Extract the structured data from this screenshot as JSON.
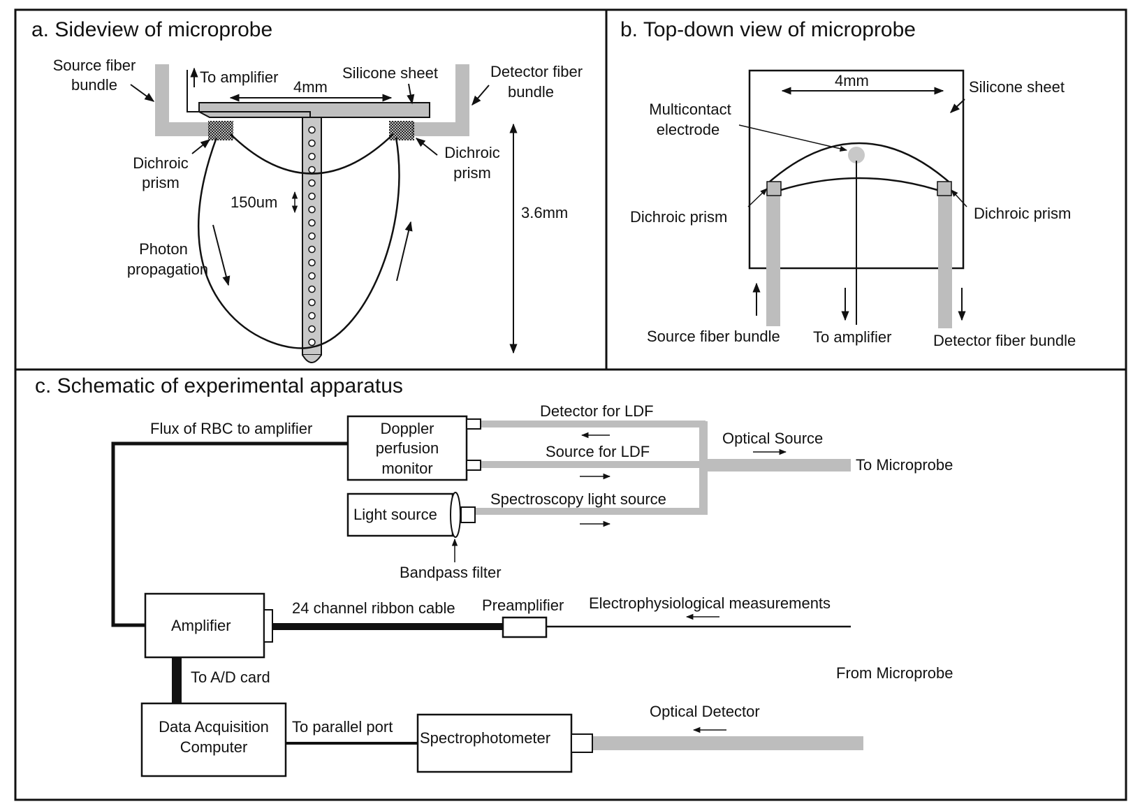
{
  "colors": {
    "line": "#111111",
    "fiber": "#bdbdbd",
    "probe": "#d0d0d0",
    "background": "#ffffff"
  },
  "panel_a": {
    "title": "a. Sideview of microprobe",
    "source_fiber_bundle": [
      "Source fiber",
      "bundle"
    ],
    "to_amplifier": "To amplifier",
    "width_4mm": "4mm",
    "silicone_sheet": "Silicone sheet",
    "detector_fiber_bundle": [
      "Detector fiber",
      "bundle"
    ],
    "dichroic_prism_left": [
      "Dichroic",
      "prism"
    ],
    "dichroic_prism_right": [
      "Dichroic",
      "prism"
    ],
    "spacing_150um": "150um",
    "depth_3_6mm": "3.6mm",
    "photon_propagation": [
      "Photon",
      "propagation"
    ]
  },
  "panel_b": {
    "title": "b. Top-down view of microprobe",
    "width_4mm": "4mm",
    "silicone_sheet": "Silicone sheet",
    "multicontact_electrode": [
      "Multicontact",
      "electrode"
    ],
    "dichroic_prism_left": "Dichroic prism",
    "dichroic_prism_right": "Dichroic prism",
    "source_fiber_bundle": "Source fiber bundle",
    "to_amplifier": "To amplifier",
    "detector_fiber_bundle": "Detector fiber bundle"
  },
  "panel_c": {
    "title": "c. Schematic of experimental apparatus",
    "flux_label": "Flux of RBC to amplifier",
    "doppler_monitor": [
      "Doppler",
      "perfusion",
      "monitor"
    ],
    "detector_for_ldf": "Detector for LDF",
    "source_for_ldf": "Source for LDF",
    "optical_source": "Optical Source",
    "to_microprobe": "To Microprobe",
    "light_source": "Light source",
    "spectroscopy_light_source": "Spectroscopy light source",
    "bandpass_filter": "Bandpass filter",
    "amplifier": "Amplifier",
    "ribbon_cable": "24 channel ribbon cable",
    "preamplifier": "Preamplifier",
    "electrophysiological": "Electrophysiological measurements",
    "from_microprobe": "From Microprobe",
    "to_ad_card": "To A/D card",
    "daq_computer": [
      "Data Acquisition",
      "Computer"
    ],
    "to_parallel_port": "To parallel port",
    "spectrophotometer": "Spectrophotometer",
    "optical_detector": "Optical Detector"
  }
}
